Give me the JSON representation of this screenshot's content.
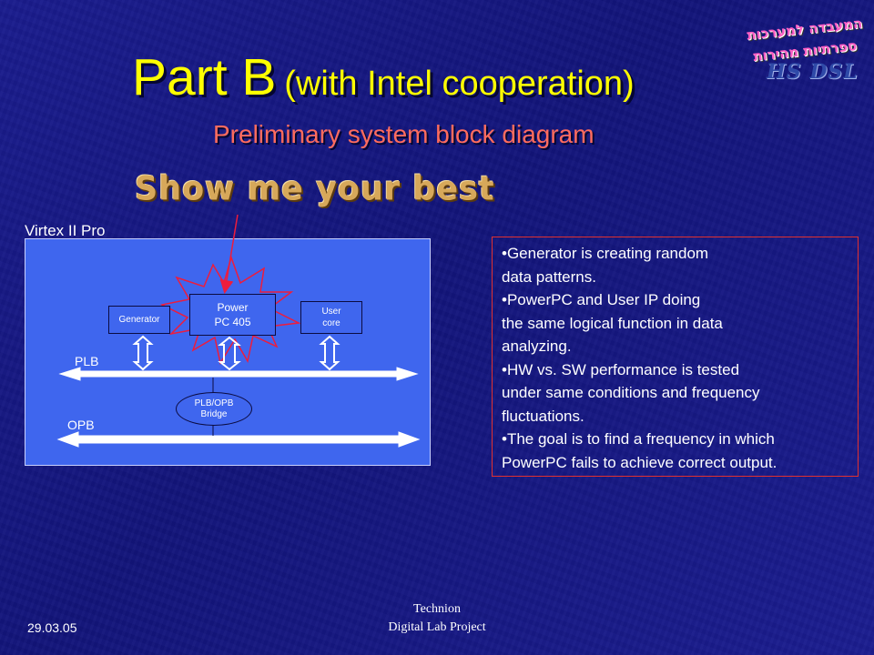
{
  "slide": {
    "title_main": "Part B",
    "title_sub": "(with Intel cooperation)",
    "subtitle": "Preliminary system block diagram",
    "slogan": "Show me your best",
    "title_color": "#ffff00",
    "subtitle_color": "#ff6c5e"
  },
  "logo": {
    "line1": "המעבדה למערכות",
    "line2": "ספרתיות מהירות",
    "line3": "HS DSL"
  },
  "diagram": {
    "container_label": "Virtex II Pro",
    "blocks": {
      "generator": "Generator",
      "powerpc_line1": "Power",
      "powerpc_line2": "PC 405",
      "user_line1": "User",
      "user_line2": "core",
      "bridge_line1": "PLB/OPB",
      "bridge_line2": "Bridge"
    },
    "buses": {
      "plb": "PLB",
      "opb": "OPB"
    },
    "fill_color": "#3f66ee"
  },
  "notes": {
    "bullets": [
      {
        "line1": "•Generator is creating random",
        "line2": "data patterns."
      },
      {
        "line1": "•PowerPC and User IP doing",
        "line2": "the same logical function in data",
        "line3": "analyzing."
      },
      {
        "line1": "•HW vs. SW performance is tested",
        "line2": "under same conditions and frequency",
        "line3": "fluctuations."
      },
      {
        "line1": "•The goal is to find a frequency in which",
        "line2": "PowerPC fails to achieve correct output."
      }
    ]
  },
  "footer": {
    "date": "29.03.05",
    "org": "Technion",
    "project": "Digital Lab Project"
  }
}
